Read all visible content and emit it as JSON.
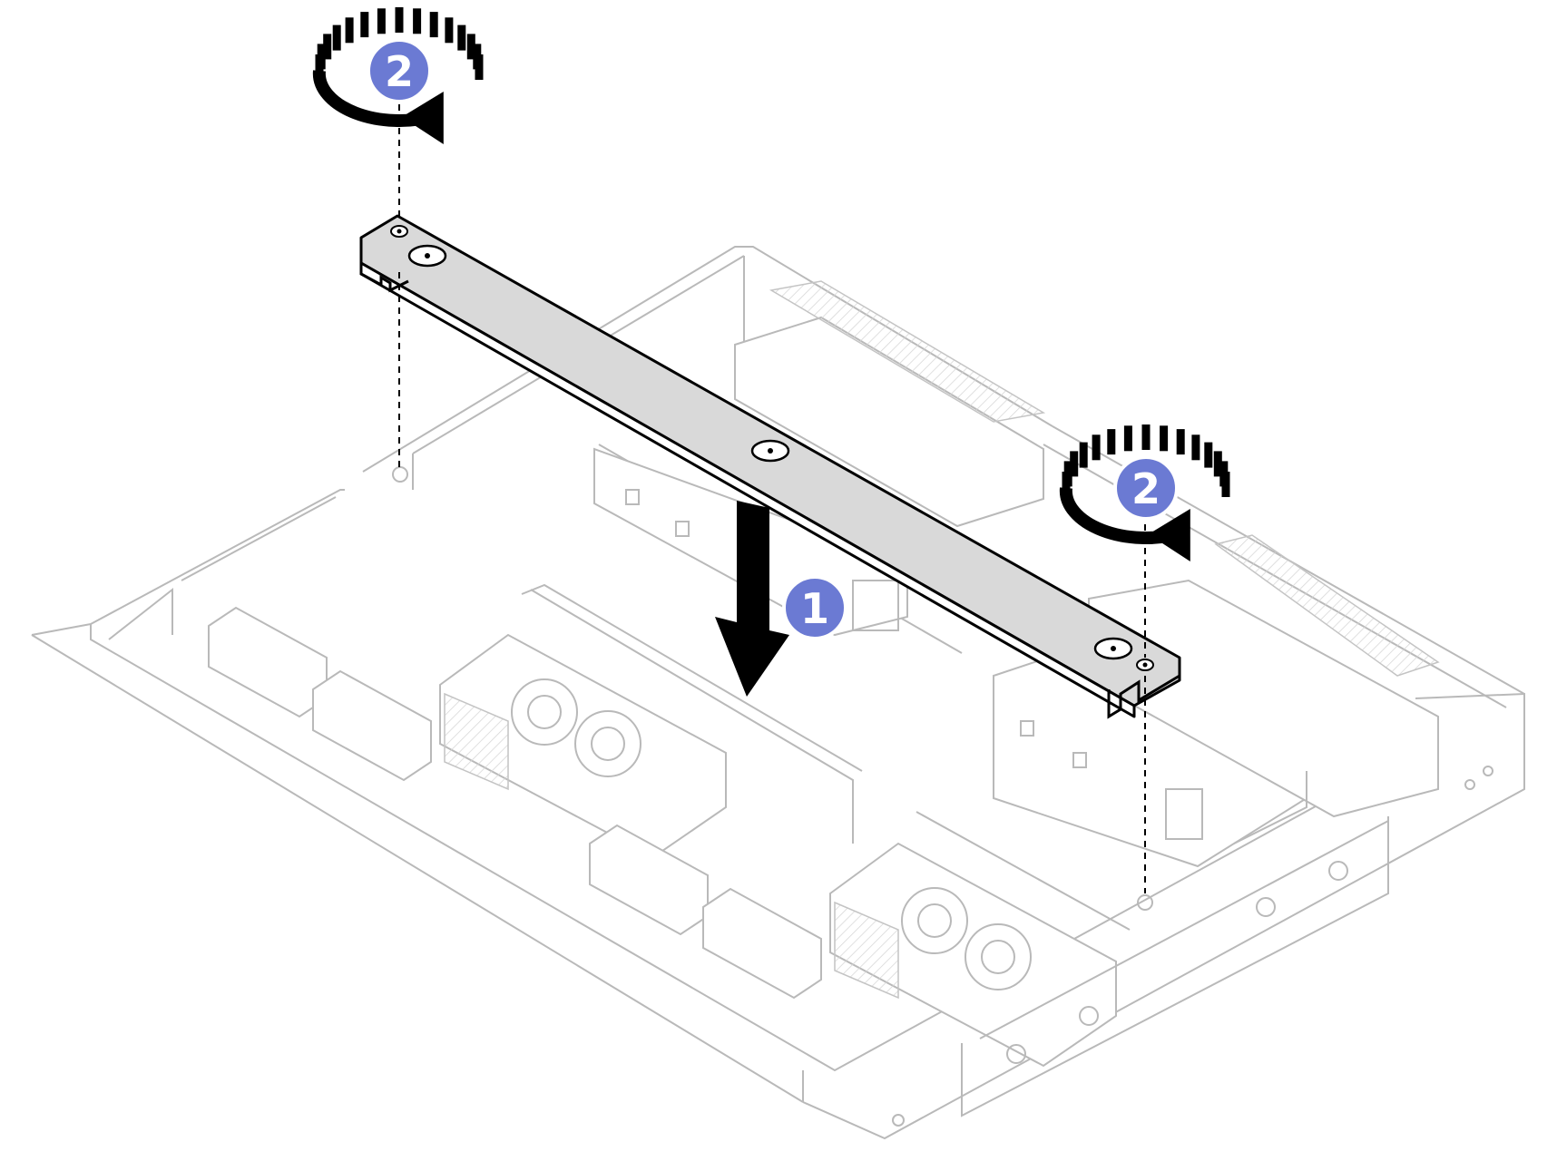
{
  "diagram": {
    "steps": [
      {
        "label": "1",
        "action": "lower-bracket",
        "icon": "down-arrow-icon"
      },
      {
        "label": "2",
        "action": "tighten-screw-left",
        "icon": "rotate-clockwise-icon"
      },
      {
        "label": "2",
        "action": "tighten-screw-right",
        "icon": "rotate-clockwise-icon"
      }
    ],
    "colors": {
      "step_badge": "#6b7ad3",
      "bracket_fill": "#d9d9d9",
      "outline": "#000000",
      "chassis_lines": "#b9b9b9"
    }
  }
}
